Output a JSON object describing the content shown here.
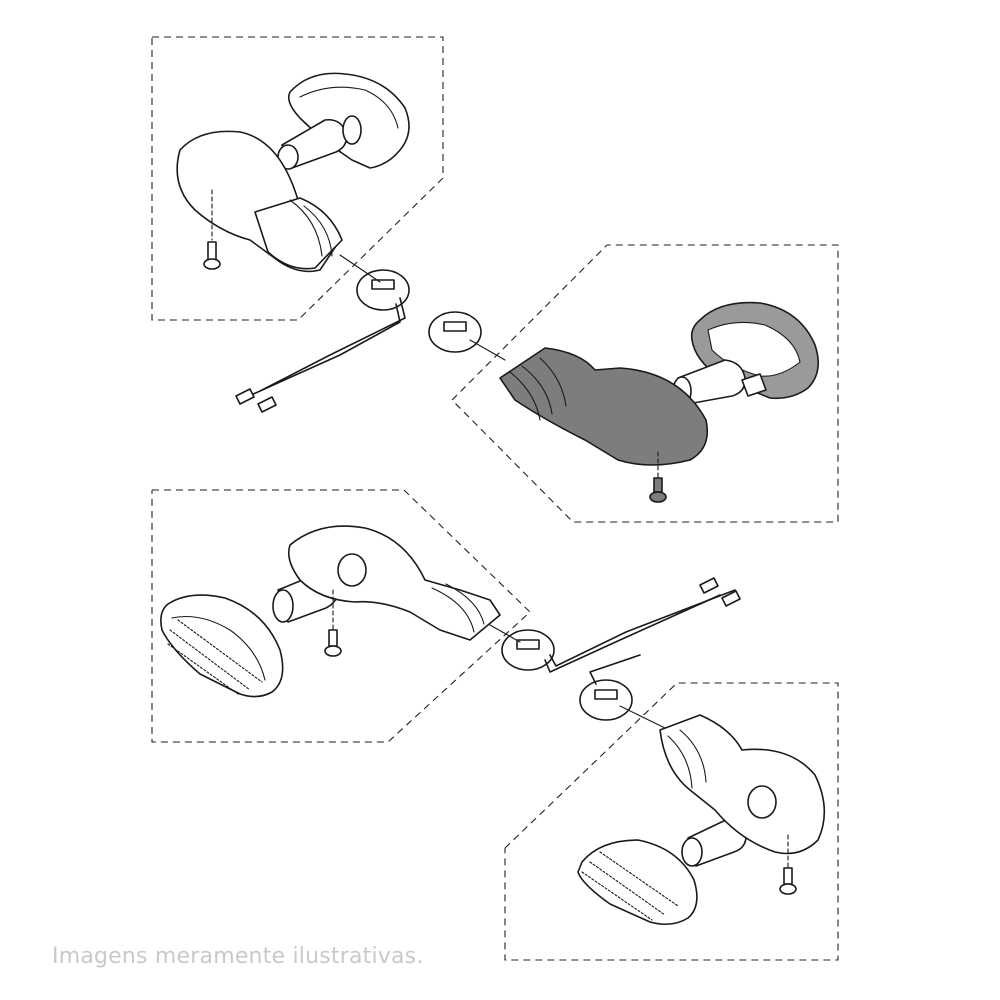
{
  "caption": "Imagens meramente ilustrativas.",
  "colors": {
    "line": "#1a1a1a",
    "shaded_housing": "#7d7d7d",
    "caption_text": "#c9c9c9",
    "background": "#ffffff"
  },
  "assemblies": [
    {
      "name": "front-left-turn-signal",
      "shaded": false
    },
    {
      "name": "front-right-turn-signal",
      "shaded": true
    },
    {
      "name": "rear-left-turn-signal",
      "shaded": false
    },
    {
      "name": "rear-right-turn-signal",
      "shaded": false
    }
  ]
}
